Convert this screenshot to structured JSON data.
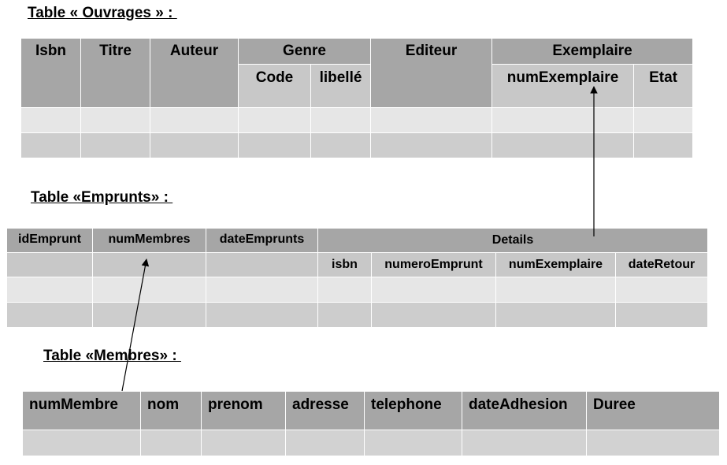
{
  "titles": {
    "ouvrages": "Table « Ouvrages » : ",
    "emprunts": "Table «Emprunts» : ",
    "membres": "Table «Membres» : "
  },
  "ouvrages": {
    "headers": [
      "Isbn",
      "Titre",
      "Auteur",
      "Genre",
      "Editeur",
      "Exemplaire"
    ],
    "genre_sub": [
      "Code",
      "libellé"
    ],
    "exemplaire_sub": [
      "numExemplaire",
      "Etat"
    ]
  },
  "emprunts": {
    "headers": [
      "idEmprunt",
      "numMembres",
      "dateEmprunts",
      "Details"
    ],
    "details_sub": [
      "isbn",
      "numeroEmprunt",
      "numExemplaire",
      "dateRetour"
    ]
  },
  "membres": {
    "headers": [
      "numMembre",
      "nom",
      "prenom",
      "adresse",
      "telephone",
      "dateAdhesion",
      "Duree"
    ]
  },
  "colors": {
    "header": "#a6a6a6",
    "subheader": "#c8c8c8",
    "row_light": "#e6e6e6",
    "row_mid": "#cdcdcd"
  }
}
